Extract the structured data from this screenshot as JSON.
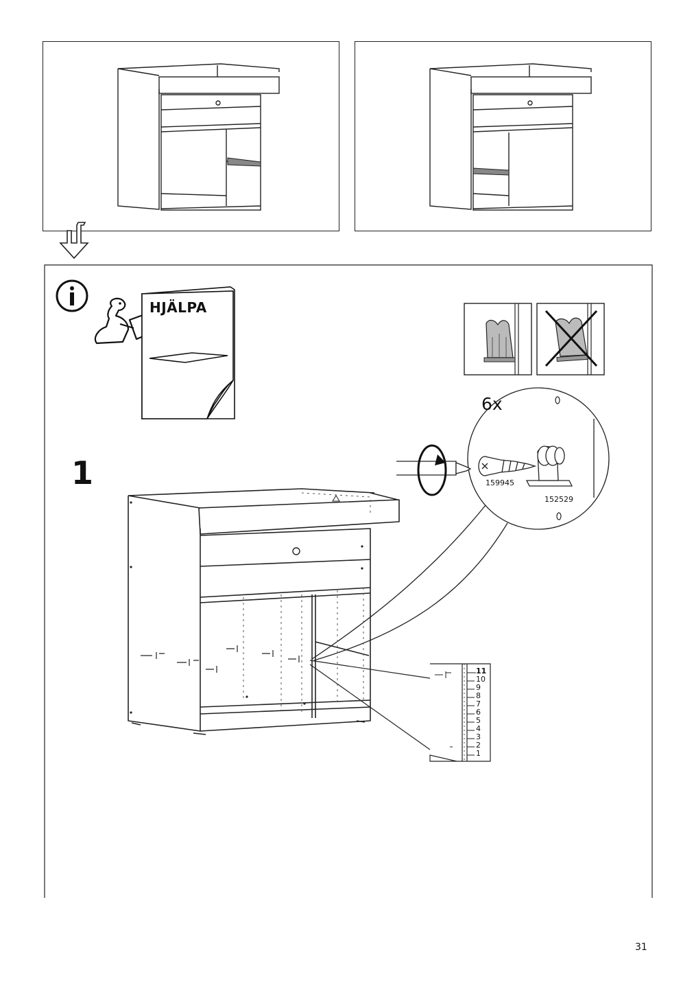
{
  "manual": {
    "step_number": "1",
    "booklet_title": "HJÄLPA",
    "screw_quantity": "6x",
    "screw_part_number": "159945",
    "clip_part_number": "152529",
    "scale_marks": [
      "11",
      "10",
      "9",
      "8",
      "7",
      "6",
      "5",
      "4",
      "3",
      "2",
      "1"
    ],
    "highlighted_mark": "11",
    "page_number": "31"
  },
  "icons": {
    "info": "info-icon",
    "booklet": "manual-booklet-icon",
    "arrow": "transition-arrow-icon",
    "rotate": "screwdriver-rotation-icon"
  }
}
